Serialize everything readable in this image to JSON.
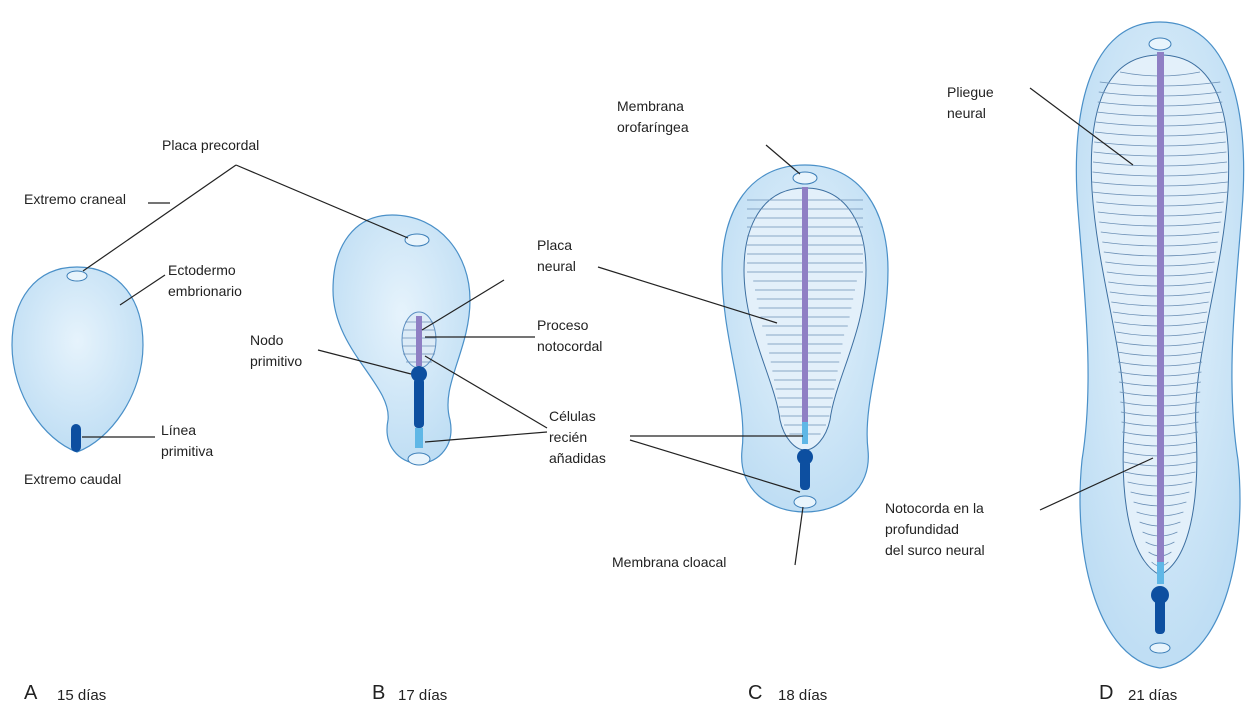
{
  "colors": {
    "disc_fill": "#cfe6f7",
    "disc_stroke": "#4a90c8",
    "notochord": "#8f7fc4",
    "primitive_streak": "#0d4fa0",
    "new_cells": "#5fb7e6",
    "leader_line": "#222222"
  },
  "labels": {
    "placa_precordal": "Placa precordal",
    "extremo_craneal": "Extremo craneal",
    "ectodermo": "Ectodermo\nembrionario",
    "nodo_primitivo": "Nodo\nprimitivo",
    "linea_primitiva": "Línea\nprimitiva",
    "extremo_caudal": "Extremo caudal",
    "placa_neural": "Placa\nneural",
    "proceso_notocordal": "Proceso\nnotocordal",
    "celulas_nuevas": "Células\nrecién\nañadidas",
    "membrana_orofaringea": "Membrana\norofaríngea",
    "membrana_cloacal": "Membrana cloacal",
    "pliegue_neural": "Pliegue\nneural",
    "notocorda": "Notocorda en la\nprofundidad\ndel surco neural"
  },
  "panels": [
    {
      "letter": "A",
      "days": "15 días"
    },
    {
      "letter": "B",
      "days": "17 días"
    },
    {
      "letter": "C",
      "days": "18 días"
    },
    {
      "letter": "D",
      "days": "21 días"
    }
  ]
}
